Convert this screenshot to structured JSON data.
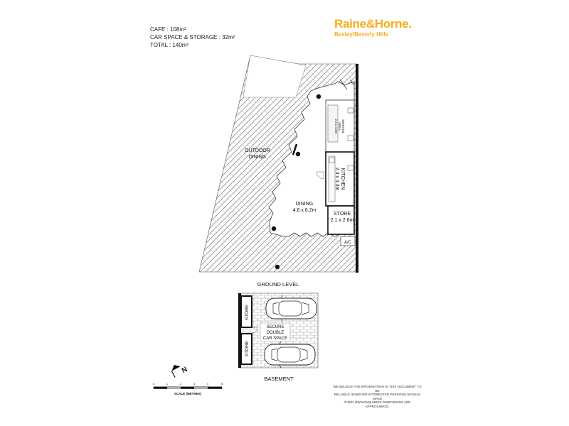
{
  "areas": {
    "cafe": "CAFE : 108m²",
    "car_storage": "CAR SPACE & STORAGE : 32m²",
    "total": "TOTAL : 140m²"
  },
  "brand": {
    "name": "Raine&Horne.",
    "office": "Bexley/Beverly Hills",
    "color": "#f6ad1b"
  },
  "ground": {
    "title": "GROUND LEVEL",
    "outdoor_line1": "OUTDOOR",
    "outdoor_line2": "DINING",
    "dining_name": "DINING",
    "dining_size": "4.6 x 6.2m",
    "kitchen_name": "KITCHEN",
    "kitchen_size": "2.3 x 3.3m",
    "service_line1": "SERVICE",
    "service_line2": "AREA",
    "service_size": "2.4 x 4.0m",
    "store_name": "STORE",
    "store_size": "2.1 x 2.6m",
    "ac": "A/C"
  },
  "basement": {
    "title": "BASEMENT",
    "store_top": "STORE",
    "store_bottom": "STORE",
    "car_line1": "SECURE",
    "car_line2": "DOUBLE",
    "car_line3": "CAR SPACE"
  },
  "scale": {
    "label": "SCALE (METRES)",
    "ticks": [
      "0",
      "1",
      "2",
      "3",
      "4",
      "5"
    ]
  },
  "compass": {
    "icon": "north-arrow-icon",
    "letter": "N"
  },
  "disclaimer": {
    "line1": "WE BELIEVE THE INFORMATION IN THIS DOCUMENT TO BE",
    "line2": "RELIABLE HOWEVER INTERESTED PERSONS SHOULD MAKE",
    "line3": "THEIR OWN ENQUIRIES DIMENSIONS ARE APPROXIMATE."
  }
}
